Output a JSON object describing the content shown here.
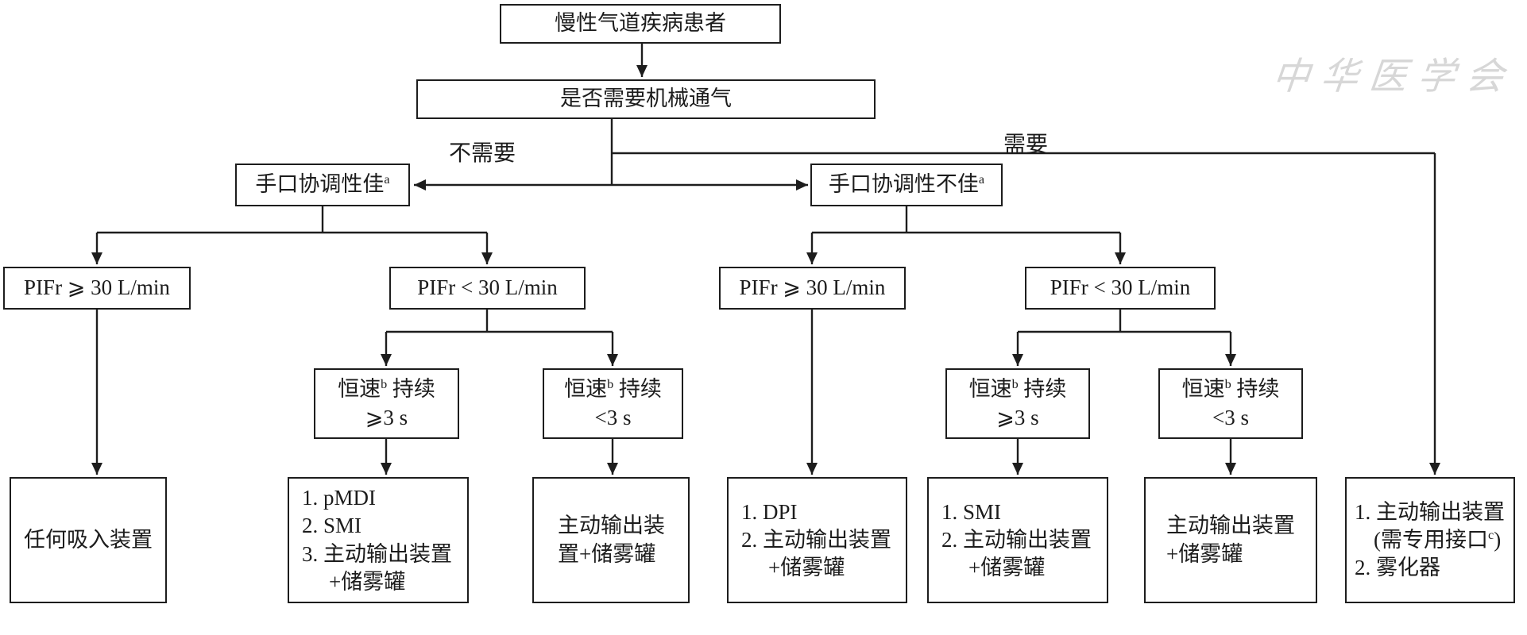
{
  "watermark": {
    "logo_text": "中华医学会",
    "emblem": "cma-flower-emblem"
  },
  "flow": {
    "root": {
      "text": "慢性气道疾病患者"
    },
    "decision": {
      "text": "是否需要机械通气"
    },
    "edges": {
      "no_label": "不需要",
      "yes_label": "需要"
    },
    "coord_good": {
      "text": "手口协调性佳",
      "sup": "a"
    },
    "coord_poor": {
      "text": "手口协调性不佳",
      "sup": "a"
    },
    "pifr_ge_left": {
      "text": "PIFr ⩾ 30 L/min"
    },
    "pifr_lt_left": {
      "text": "PIFr < 30 L/min"
    },
    "pifr_ge_right": {
      "text": "PIFr ⩾ 30 L/min"
    },
    "pifr_lt_right": {
      "text": "PIFr < 30 L/min"
    },
    "steady_ge_left": {
      "pre": "恒速",
      "sup": "b",
      "post": " 持续",
      "line2": "⩾3 s"
    },
    "steady_lt_left": {
      "pre": "恒速",
      "sup": "b",
      "post": " 持续",
      "line2": "<3 s"
    },
    "steady_ge_right": {
      "pre": "恒速",
      "sup": "b",
      "post": " 持续",
      "line2": "⩾3 s"
    },
    "steady_lt_right": {
      "pre": "恒速",
      "sup": "b",
      "post": " 持续",
      "line2": "<3 s"
    },
    "outcome_any": {
      "line1": "任何吸入装置"
    },
    "outcome_pmdi": {
      "line1": "1. pMDI",
      "line2": "2. SMI",
      "line3": "3. 主动输出装置",
      "line4": "+储雾罐"
    },
    "outcome_active_spacer_left": {
      "line1": "主动输出装",
      "line2": "置+储雾罐"
    },
    "outcome_dpi": {
      "line1": "1. DPI",
      "line2": "2. 主动输出装置",
      "line3": "+储雾罐"
    },
    "outcome_smi": {
      "line1": "1. SMI",
      "line2": "2. 主动输出装置",
      "line3": "+储雾罐"
    },
    "outcome_active_spacer_right": {
      "line1": "主动输出装置",
      "line2": "+储雾罐"
    },
    "outcome_vent": {
      "line1": "1. 主动输出装置",
      "line2_pre": "(需专用接口",
      "line2_sup": "c",
      "line2_post": ")",
      "line3": "2. 雾化器"
    }
  }
}
